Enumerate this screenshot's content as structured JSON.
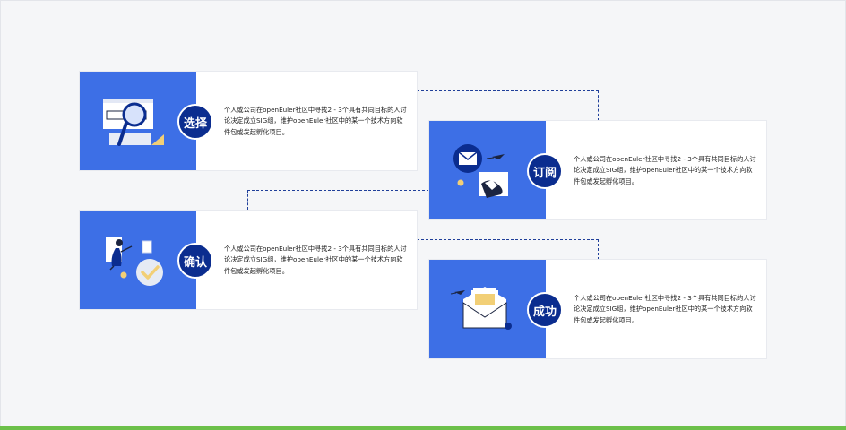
{
  "colors": {
    "panel_blue": "#3d6fe6",
    "badge_navy": "#0b2d8f",
    "connector": "#1f3f9a",
    "bottom_bar": "#6cc04a"
  },
  "steps": [
    {
      "title": "选择",
      "icon": "magnifier-search-icon",
      "description": "个人或公司在openEuler社区中寻找2 - 3个具有共同目标的人讨论决定成立SIG组，维护openEuler社区中的某一个技术方向软件包或发起孵化项目。"
    },
    {
      "title": "订阅",
      "icon": "mail-subscribe-icon",
      "description": "个人或公司在openEuler社区中寻找2 - 3个具有共同目标的人讨论决定成立SIG组，维护openEuler社区中的某一个技术方向软件包或发起孵化项目。"
    },
    {
      "title": "确认",
      "icon": "person-confirm-icon",
      "description": "个人或公司在openEuler社区中寻找2 - 3个具有共同目标的人讨论决定成立SIG组，维护openEuler社区中的某一个技术方向软件包或发起孵化项目。"
    },
    {
      "title": "成功",
      "icon": "open-envelope-icon",
      "description": "个人或公司在openEuler社区中寻找2 - 3个具有共同目标的人讨论决定成立SIG组，维护openEuler社区中的某一个技术方向软件包或发起孵化项目。"
    }
  ]
}
